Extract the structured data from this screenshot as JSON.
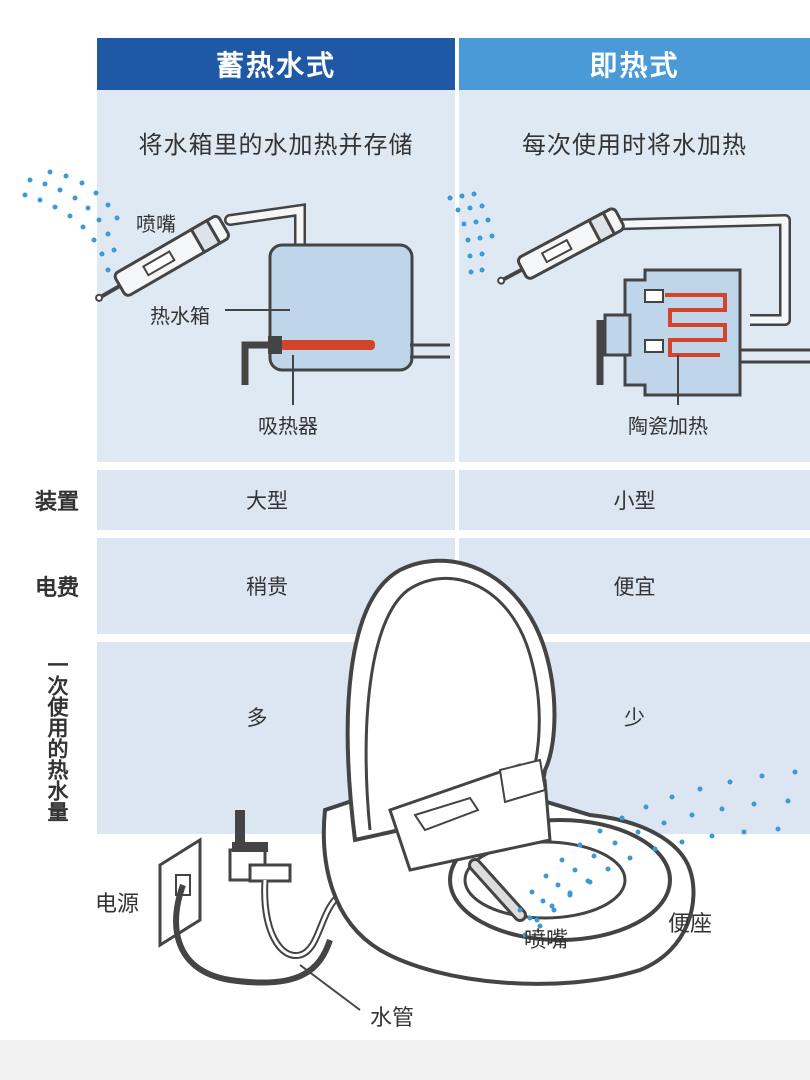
{
  "columns": {
    "left": {
      "title": "蓄热水式",
      "desc": "将水箱里的水加热并存储"
    },
    "right": {
      "title": "即热式",
      "desc": "每次使用时将水加热"
    }
  },
  "left_diagram_labels": {
    "nozzle": "喷嘴",
    "tank": "热水箱",
    "heater": "吸热器"
  },
  "right_diagram_labels": {
    "heater": "陶瓷加热"
  },
  "rows": [
    {
      "label": "装置",
      "left": "大型",
      "right": "小型"
    },
    {
      "label": "电费",
      "left": "稍贵",
      "right": "便宜"
    },
    {
      "label": "一次使用的热水量",
      "left": "多",
      "right": "少"
    }
  ],
  "bottom_labels": {
    "power": "电源",
    "pipe": "水管",
    "nozzle": "喷嘴",
    "seat": "便座"
  },
  "colors": {
    "header_left": "#1f58a5",
    "header_right": "#4a9ad8",
    "panel": "#dfe9f4",
    "heater": "#d2452a",
    "spray": "#3b9ad4"
  }
}
